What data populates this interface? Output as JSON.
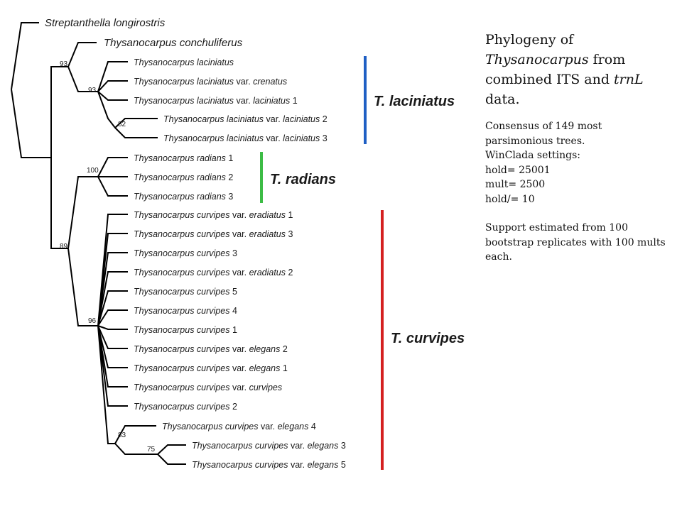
{
  "caption": {
    "title_part1": "Phylogeny of ",
    "title_genus": "Thysanocarpus",
    "title_part2": " from combined ITS and ",
    "title_marker": "trnL",
    "title_part3": " data.",
    "lines": [
      "Consensus of 149 most",
      "parsimonious trees.",
      "WinClada settings:",
      "hold= 25001",
      "mult= 2500",
      "hold/= 10"
    ],
    "support_note": "Support estimated from 100 bootstrap replicates with 100 mults each."
  },
  "taxa": [
    {
      "name": "Streptanthella longirostris",
      "italic_full": true
    },
    {
      "name": "Thysanocarpus conchuliferus",
      "italic_full": true
    },
    {
      "name": "Thysanocarpus laciniatus",
      "italic_full": true
    },
    {
      "name": "Thysanocarpus laciniatus",
      "suffix": " var. ",
      "infra": "crenatus"
    },
    {
      "name": "Thysanocarpus laciniatus",
      "suffix": " var. ",
      "infra": "laciniatus",
      "num": " 1"
    },
    {
      "name": "Thysanocarpus laciniatus",
      "suffix": " var. ",
      "infra": "laciniatus",
      "num": " 2"
    },
    {
      "name": "Thysanocarpus laciniatus",
      "suffix": " var. ",
      "infra": "laciniatus",
      "num": " 3"
    },
    {
      "name": "Thysanocarpus radians",
      "num": " 1"
    },
    {
      "name": "Thysanocarpus radians",
      "num": " 2"
    },
    {
      "name": "Thysanocarpus radians",
      "num": " 3"
    },
    {
      "name": "Thysanocarpus curvipes",
      "suffix": " var. ",
      "infra": "eradiatus",
      "num": " 1"
    },
    {
      "name": "Thysanocarpus curvipes",
      "suffix": " var. ",
      "infra": "eradiatus",
      "num": " 3"
    },
    {
      "name": "Thysanocarpus curvipes",
      "num": " 3"
    },
    {
      "name": "Thysanocarpus curvipes",
      "suffix": " var. ",
      "infra": "eradiatus",
      "num": " 2"
    },
    {
      "name": "Thysanocarpus curvipes",
      "num": " 5"
    },
    {
      "name": "Thysanocarpus curvipes",
      "num": " 4"
    },
    {
      "name": "Thysanocarpus curvipes",
      "num": " 1"
    },
    {
      "name": "Thysanocarpus curvipes",
      "suffix": " var. ",
      "infra": "elegans",
      "num": " 2"
    },
    {
      "name": "Thysanocarpus curvipes",
      "suffix": " var. ",
      "infra": "elegans",
      "num": " 1"
    },
    {
      "name": "Thysanocarpus curvipes",
      "suffix": " var. ",
      "infra": "curvipes"
    },
    {
      "name": "Thysanocarpus curvipes",
      "num": " 2"
    },
    {
      "name": "Thysanocarpus curvipes",
      "suffix": " var. ",
      "infra": "elegans",
      "num": " 4"
    },
    {
      "name": "Thysanocarpus curvipes",
      "suffix": " var. ",
      "infra": "elegans",
      "num": " 3"
    },
    {
      "name": "Thysanocarpus curvipes",
      "suffix": " var. ",
      "infra": "elegans",
      "num": " 5"
    }
  ],
  "support_values": [
    "93",
    "93",
    "82",
    "100",
    "89",
    "96",
    "83",
    "75"
  ],
  "clades": [
    {
      "label": "T. laciniatus",
      "color": "#1f5fc4"
    },
    {
      "label": "T. radians",
      "color": "#3cbc45"
    },
    {
      "label": "T. curvipes",
      "color": "#d42020"
    }
  ]
}
